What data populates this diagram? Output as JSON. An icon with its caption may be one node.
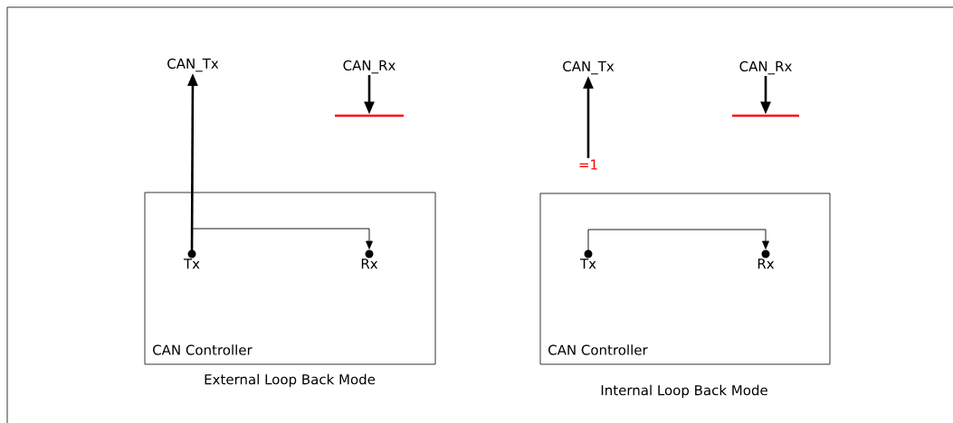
{
  "diagram": {
    "nodes": [
      {
        "text": [
          "CAN Controller"
        ],
        "beside": [
          "External Loop Back Mode"
        ]
      },
      {
        "text": [
          "Tx"
        ],
        "in": 0
      },
      {
        "text": [
          "Rx"
        ],
        "in": 0
      },
      {
        "text": [
          "CAN_Tx"
        ]
      },
      {
        "text": [
          "CAN_Rx"
        ]
      },
      {
        "text": [],
        "shape": "bar"
      },
      {
        "text": [
          "CAN Controller"
        ],
        "beside": [
          "Internal Loop Back Mode"
        ]
      },
      {
        "text": [
          "Tx"
        ],
        "in": 6
      },
      {
        "text": [
          "Rx"
        ],
        "in": 6
      },
      {
        "text": [
          "CAN_Tx"
        ]
      },
      {
        "text": [
          "CAN_Rx"
        ]
      },
      {
        "text": [],
        "shape": "bar"
      },
      {
        "text": [
          "=1"
        ]
      }
    ],
    "edges": [
      {
        "from": 1,
        "to": 3,
        "arrow": "to"
      },
      {
        "from": 1,
        "to": 2,
        "arrow": "to"
      },
      {
        "from": 4,
        "to": 5,
        "arrow": "to"
      },
      {
        "from": 12,
        "to": 9,
        "arrow": "to"
      },
      {
        "from": 7,
        "to": 8,
        "arrow": "to"
      },
      {
        "from": 10,
        "to": 11,
        "arrow": "to"
      }
    ]
  }
}
